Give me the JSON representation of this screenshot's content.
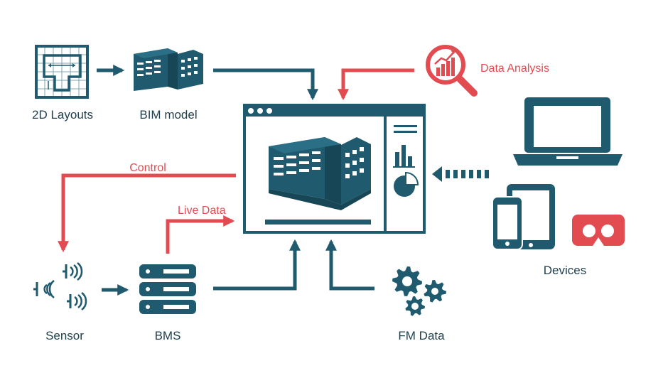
{
  "colors": {
    "teal": "#1f5a6e",
    "red": "#e24c51",
    "text": "#1f3d4a",
    "white": "#ffffff"
  },
  "nodes": {
    "layouts_2d": {
      "label": "2D Layouts",
      "icon": "floor-plan-icon"
    },
    "bim_model": {
      "label": "BIM model",
      "icon": "building-icon"
    },
    "data_analysis": {
      "label": "Data Analysis",
      "icon": "magnifier-chart-icon"
    },
    "devices": {
      "label": "Devices",
      "icons": [
        "laptop-icon",
        "tablet-icon",
        "phone-icon",
        "vr-headset-icon"
      ]
    },
    "sensor": {
      "label": "Sensor",
      "icon": "wireless-sensor-icon"
    },
    "bms": {
      "label": "BMS",
      "icon": "server-rack-icon"
    },
    "fm_data": {
      "label": "FM Data",
      "icon": "gears-icon"
    },
    "platform": {
      "icons": [
        "window-dots-icon",
        "building-icon",
        "bar-chart-icon",
        "pie-chart-icon"
      ]
    }
  },
  "edges": {
    "control": {
      "label": "Control"
    },
    "live_data": {
      "label": "Live Data"
    }
  }
}
